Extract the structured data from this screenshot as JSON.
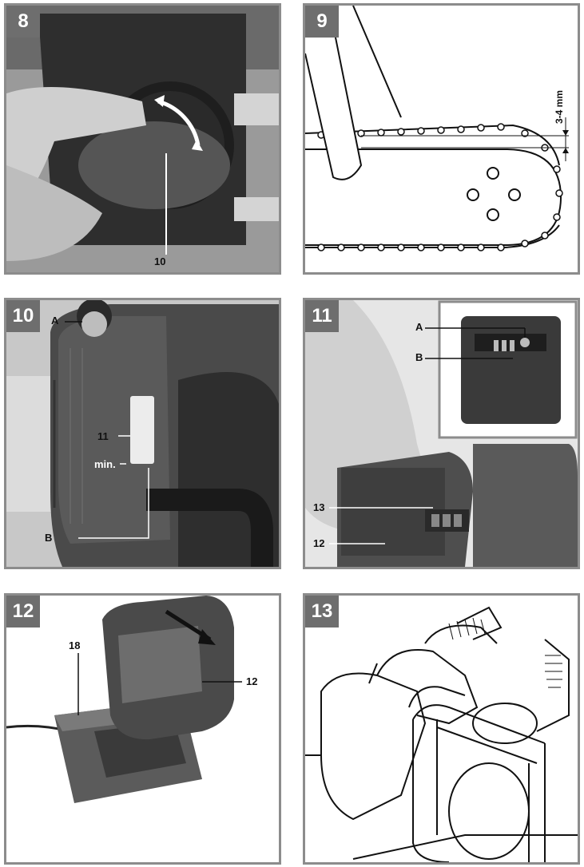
{
  "figures": [
    {
      "number": "8",
      "callouts": {
        "c10": "10"
      }
    },
    {
      "number": "9",
      "callouts": {
        "gap": "3-4 mm"
      }
    },
    {
      "number": "10",
      "callouts": {
        "a": "A",
        "c11": "11",
        "min": "min.",
        "b": "B"
      }
    },
    {
      "number": "11",
      "callouts": {
        "a": "A",
        "b": "B",
        "c13": "13",
        "c12": "12"
      }
    },
    {
      "number": "12",
      "callouts": {
        "c18": "18",
        "c12": "12"
      }
    },
    {
      "number": "13",
      "callouts": {}
    }
  ],
  "colors": {
    "badge": "#6e6e6e",
    "frame": "#8c8c8c",
    "photo_dark": "#3a3a3a",
    "photo_mid": "#777777"
  }
}
